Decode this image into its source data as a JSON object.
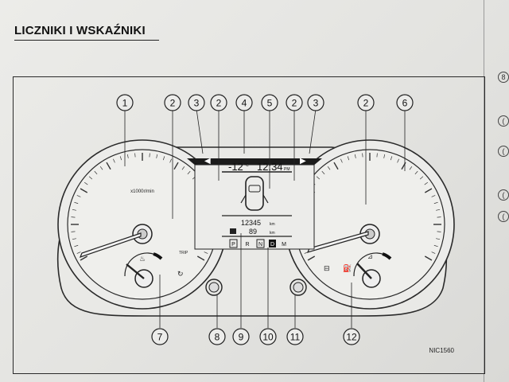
{
  "page": {
    "title": "LICZNIKI I WSKAŹNIKI",
    "figure_code": "NIC1560",
    "side_marks": [
      "8",
      "(",
      "(",
      "(",
      "("
    ]
  },
  "cluster": {
    "tach_unit": "x1000r/min",
    "display": {
      "temperature": "-12",
      "clock": "12:34",
      "clock_suffix": "PM",
      "odometer": "12345",
      "odometer_unit": "km",
      "trip": "89",
      "trip_unit": "km",
      "gears": [
        "P",
        "R",
        "N",
        "D",
        "M"
      ],
      "active_gear": "D"
    }
  },
  "callouts": {
    "top": [
      "1",
      "2",
      "3",
      "2",
      "4",
      "5",
      "2",
      "3",
      "2",
      "6"
    ],
    "bottom": [
      "7",
      "8",
      "9",
      "10",
      "11",
      "12"
    ]
  }
}
